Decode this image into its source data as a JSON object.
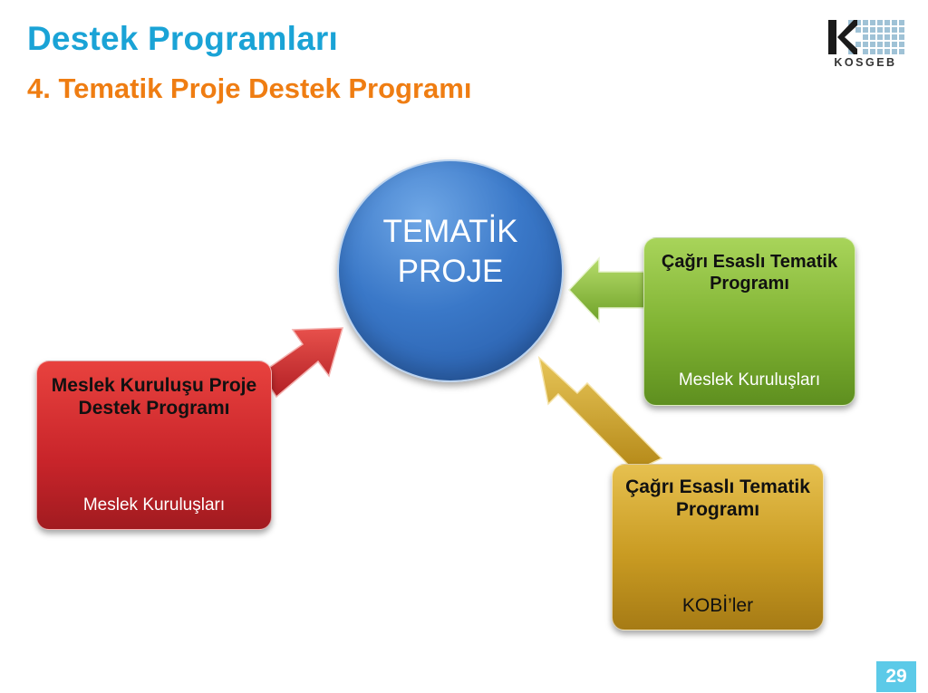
{
  "slide": {
    "title": "Destek Programları",
    "subtitle": "4. Tematik Proje Destek Programı",
    "page_number": "29"
  },
  "logo": {
    "text": "KOSGEB",
    "icon": "kosgeb-logo-icon"
  },
  "center": {
    "label": "TEMATİK PROJE"
  },
  "boxes": {
    "left": {
      "title": "Meslek Kuruluşu Proje Destek Programı",
      "subtitle": "Meslek Kuruluşları",
      "color": "#c8242a"
    },
    "right_top": {
      "title": "Çağrı Esaslı Tematik Programı",
      "subtitle": "Meslek Kuruluşları",
      "color": "#7fb232"
    },
    "right_bottom": {
      "title": "Çağrı Esaslı Tematik Programı",
      "subtitle": "KOBİ’ler",
      "color": "#c99b22"
    }
  },
  "colors": {
    "title": "#1aa3d6",
    "subtitle": "#ef7d12",
    "circle": "#3a78c8",
    "page_badge": "#5ccae8"
  }
}
